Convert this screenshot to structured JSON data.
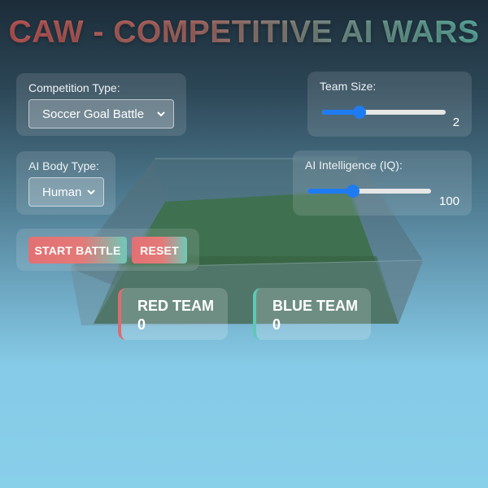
{
  "title": "CAW - COMPETITIVE AI WARS",
  "competition": {
    "label": "Competition Type:",
    "selected": "Soccer Goal Battle"
  },
  "body_type": {
    "label": "AI Body Type:",
    "selected": "Human"
  },
  "team_size": {
    "label": "Team Size:",
    "value": "2",
    "fraction": 0.3
  },
  "intelligence": {
    "label": "AI Intelligence (IQ):",
    "value": "100",
    "fraction": 0.37
  },
  "buttons": {
    "start": "START BATTLE",
    "reset": "RESET"
  },
  "scores": {
    "red": {
      "name": "RED TEAM",
      "score": "0",
      "color": "#e06b6e"
    },
    "blue": {
      "name": "BLUE TEAM",
      "score": "0",
      "color": "#5fc9b5"
    }
  },
  "colors": {
    "accent": "#1f7bf2",
    "field": "#3f7050"
  }
}
